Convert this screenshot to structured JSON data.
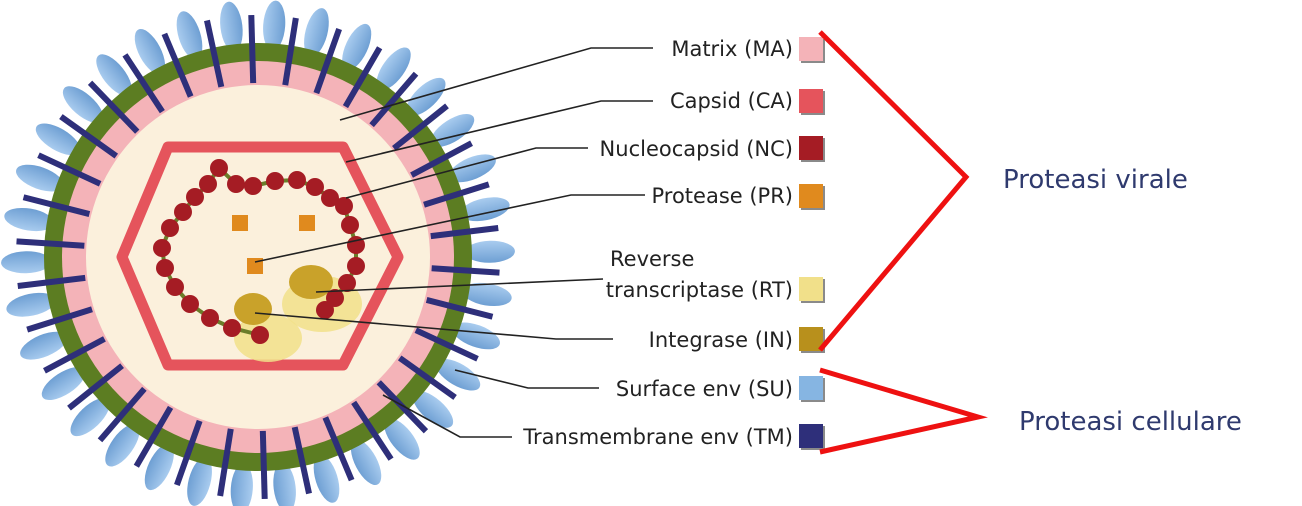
{
  "legend": [
    {
      "label": "Matrix (MA)",
      "color": "#f4b3b8"
    },
    {
      "label": "Capsid (CA)",
      "color": "#e5545c"
    },
    {
      "label": "Nucleocapsid (NC)",
      "color": "#a51c24"
    },
    {
      "label": "Protease (PR)",
      "color": "#e08a1e"
    },
    {
      "label_line1": "Reverse",
      "label_line2": "transcriptase (RT)",
      "color": "#f1e08a"
    },
    {
      "label": "Integrase (IN)",
      "color": "#b8901c"
    },
    {
      "label": "Surface env (SU)",
      "color": "#86b5e2"
    },
    {
      "label": "Transmembrane env (TM)",
      "color": "#2e2f7a"
    }
  ],
  "groups": {
    "viral": "Proteasi virale",
    "cellular": "Proteasi cellulare"
  },
  "colors": {
    "envelope": "#5c7d22",
    "matrix": "#f4b3b8",
    "interior": "#fbf0dc",
    "bracket": "#ee1111"
  }
}
